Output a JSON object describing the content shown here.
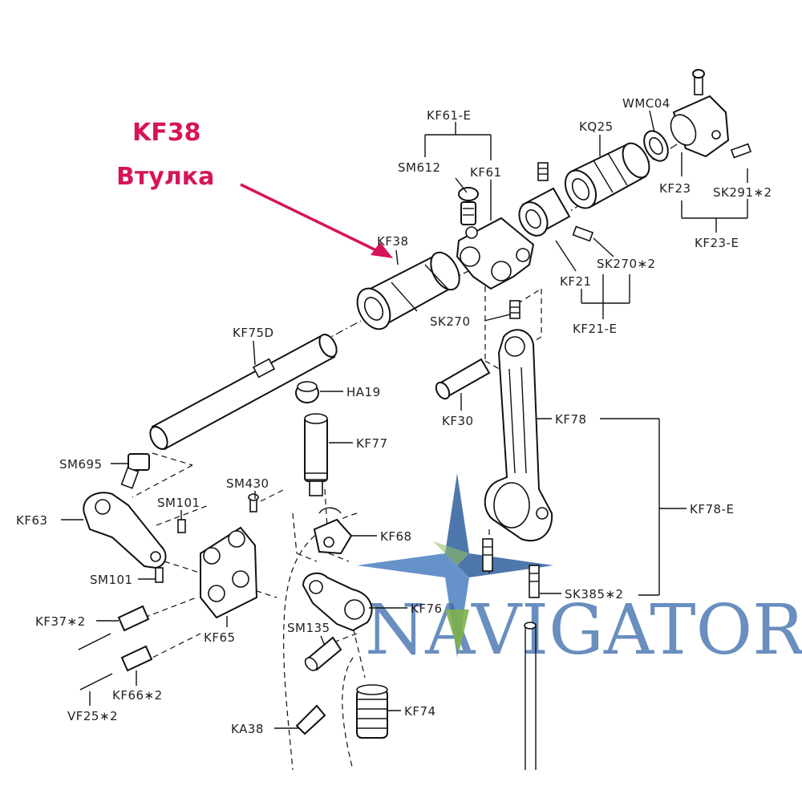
{
  "highlight": {
    "code": "KF38",
    "name": "Втулка",
    "color": "#d6145a"
  },
  "watermark": {
    "text": "NAVIGATOR",
    "color": "#3f6fae",
    "star_colors": [
      "#4a7fc0",
      "#2f5f9e",
      "#7fb24a"
    ]
  },
  "labels": {
    "kf61e": "KF61-E",
    "sm612": "SM612",
    "kf61": "KF61",
    "kq25": "KQ25",
    "wmc04": "WMC04",
    "kf23": "KF23",
    "sk291": "SK291∗2",
    "kf23e": "KF23-E",
    "kf38": "KF38",
    "sk270x2": "SK270∗2",
    "kf21": "KF21",
    "kf21e": "KF21-E",
    "sk270": "SK270",
    "kf75d": "KF75D",
    "ha19": "HA19",
    "kf30": "KF30",
    "kf78": "KF78",
    "kf77": "KF77",
    "sm695": "SM695",
    "kf78e": "KF78-E",
    "sm430": "SM430",
    "sm101a": "SM101",
    "kf63": "KF63",
    "kf68": "KF68",
    "sm101b": "SM101",
    "sk385": "SK385∗2",
    "kf76": "KF76",
    "kf37": "KF37∗2",
    "sm135": "SM135",
    "kf65": "KF65",
    "kf66": "KF66∗2",
    "vf25": "VF25∗2",
    "kf74": "KF74",
    "ka38": "KA38"
  }
}
